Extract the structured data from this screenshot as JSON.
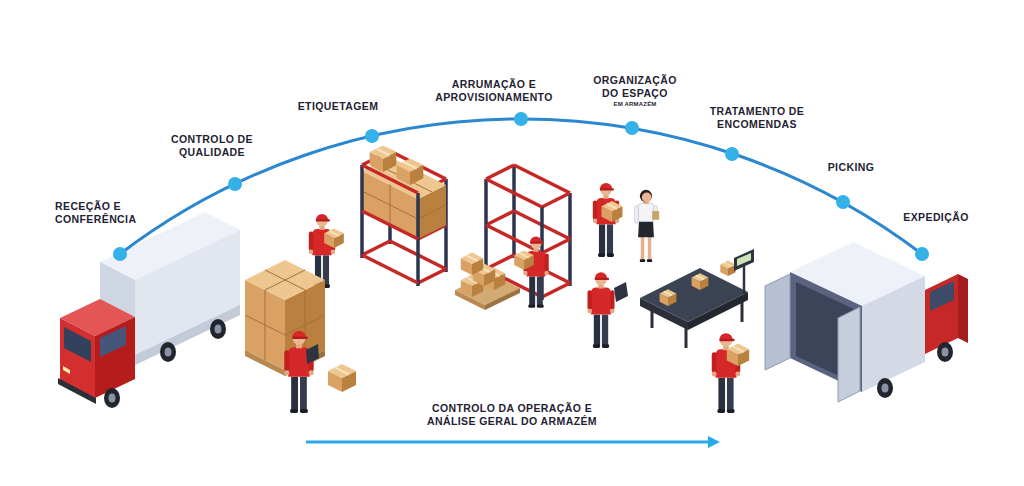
{
  "diagram": {
    "labels": [
      "RECEÇÃO E CONFERÊNCIA",
      "CONTROLO DE QUALIDADE",
      "ETIQUETAGEM",
      "ARRUMAÇÃO E APROVISIONAMENTO",
      "ORGANIZAÇÃO DO ESPAÇO",
      "EM ARMAZÉM",
      "TRATAMENTO DE ENCOMENDAS",
      "PICKING",
      "EXPEDIÇÃO",
      "CONTROLO DA OPERAÇÃO E ANÁLISE GERAL DO ARMAZÉM"
    ]
  }
}
